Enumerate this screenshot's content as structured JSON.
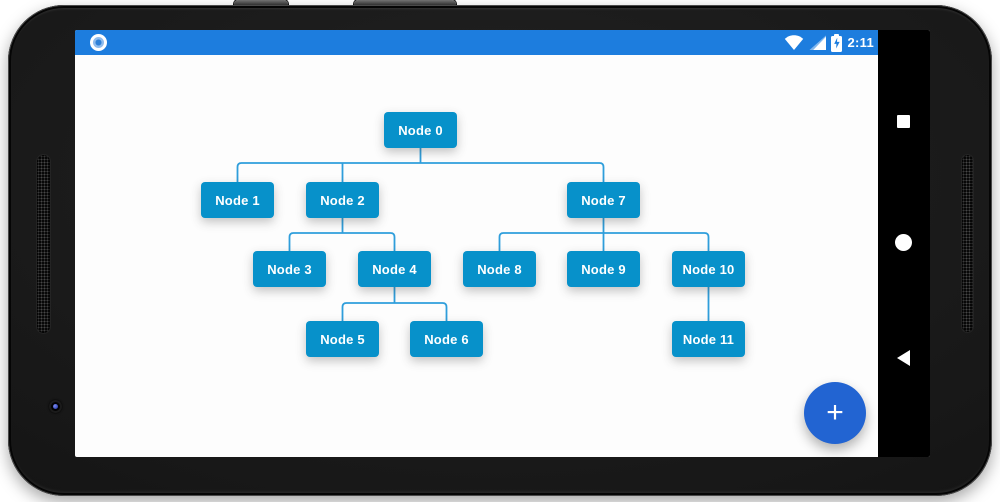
{
  "device": {
    "status_bar": {
      "time": "2:11",
      "icons": [
        "notification-circle",
        "wifi",
        "cell-signal",
        "battery-charging"
      ],
      "background_color": "#1d7dde"
    },
    "nav_bar": {
      "buttons": [
        {
          "name": "recents",
          "shape": "square"
        },
        {
          "name": "home",
          "shape": "circle"
        },
        {
          "name": "back",
          "shape": "triangle-left"
        }
      ],
      "background_color": "#000000"
    },
    "hardware": [
      "power-button",
      "volume-button",
      "speaker-grille-left",
      "speaker-grille-right",
      "front-camera"
    ]
  },
  "app": {
    "fab_label": "+",
    "fab_color": "#2264d2",
    "tree": {
      "node_color": "#0791ca",
      "connector_color": "#2f9edb",
      "nodes": [
        {
          "id": 0,
          "label": "Node 0",
          "parent": null
        },
        {
          "id": 1,
          "label": "Node 1",
          "parent": 0
        },
        {
          "id": 2,
          "label": "Node 2",
          "parent": 0
        },
        {
          "id": 3,
          "label": "Node 3",
          "parent": 2
        },
        {
          "id": 4,
          "label": "Node 4",
          "parent": 2
        },
        {
          "id": 5,
          "label": "Node 5",
          "parent": 4
        },
        {
          "id": 6,
          "label": "Node 6",
          "parent": 4
        },
        {
          "id": 7,
          "label": "Node 7",
          "parent": 0
        },
        {
          "id": 8,
          "label": "Node 8",
          "parent": 7
        },
        {
          "id": 9,
          "label": "Node 9",
          "parent": 7
        },
        {
          "id": 10,
          "label": "Node 10",
          "parent": 7
        },
        {
          "id": 11,
          "label": "Node 11",
          "parent": 10
        }
      ]
    }
  }
}
